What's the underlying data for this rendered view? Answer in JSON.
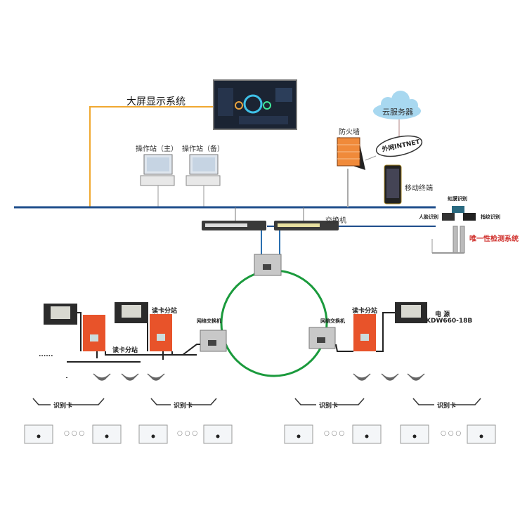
{
  "labels": {
    "display_system": "大屏显示系统",
    "station_main": "操作站（主）",
    "station_backup": "操作站（备）",
    "firewall": "防火墙",
    "cloud_server": "云服务器",
    "internet": "外网INTNET",
    "mobile_terminal": "移动终端",
    "switch": "交换机",
    "iris": "虹膜识别",
    "face": "人脸识别",
    "fingerprint": "指纹识别",
    "uniqueness_system": "唯一性检测系统",
    "reader_station_1": "读卡分站",
    "reader_station_2": "读卡分站",
    "reader_station_3": "读卡分站",
    "net_switch_left": "网络交换机",
    "net_switch_right": "网络交换机",
    "power_label": "电  源",
    "power_model": "KDW660-18B",
    "ellipsis": "......",
    "id_cards": [
      "识别卡",
      "识别卡",
      "识别卡",
      "识别卡"
    ],
    "card_dots": "○ ○ ○"
  },
  "colors": {
    "bus": "#1f4e8c",
    "orange_line": "#f0a830",
    "ring": "#1a9a3c",
    "station_box": "#e8532a",
    "highlight_text": "#d0312d"
  }
}
